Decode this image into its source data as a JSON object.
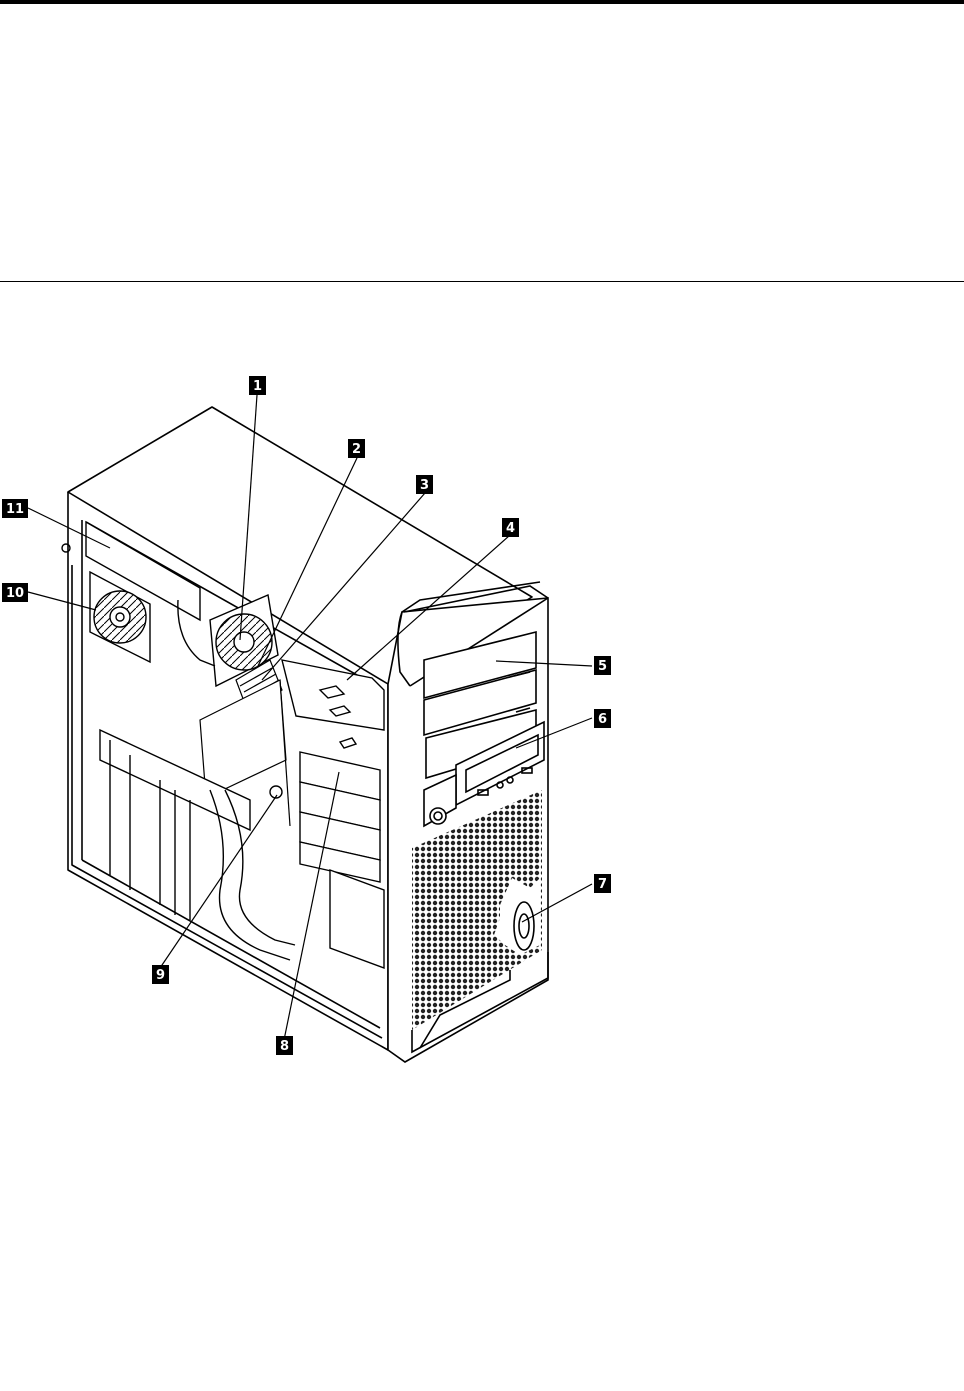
{
  "figure": {
    "callouts": [
      {
        "number": "1"
      },
      {
        "number": "2"
      },
      {
        "number": "3"
      },
      {
        "number": "4"
      },
      {
        "number": "5"
      },
      {
        "number": "6"
      },
      {
        "number": "7"
      },
      {
        "number": "8"
      },
      {
        "number": "9"
      },
      {
        "number": "10"
      },
      {
        "number": "11"
      }
    ]
  }
}
